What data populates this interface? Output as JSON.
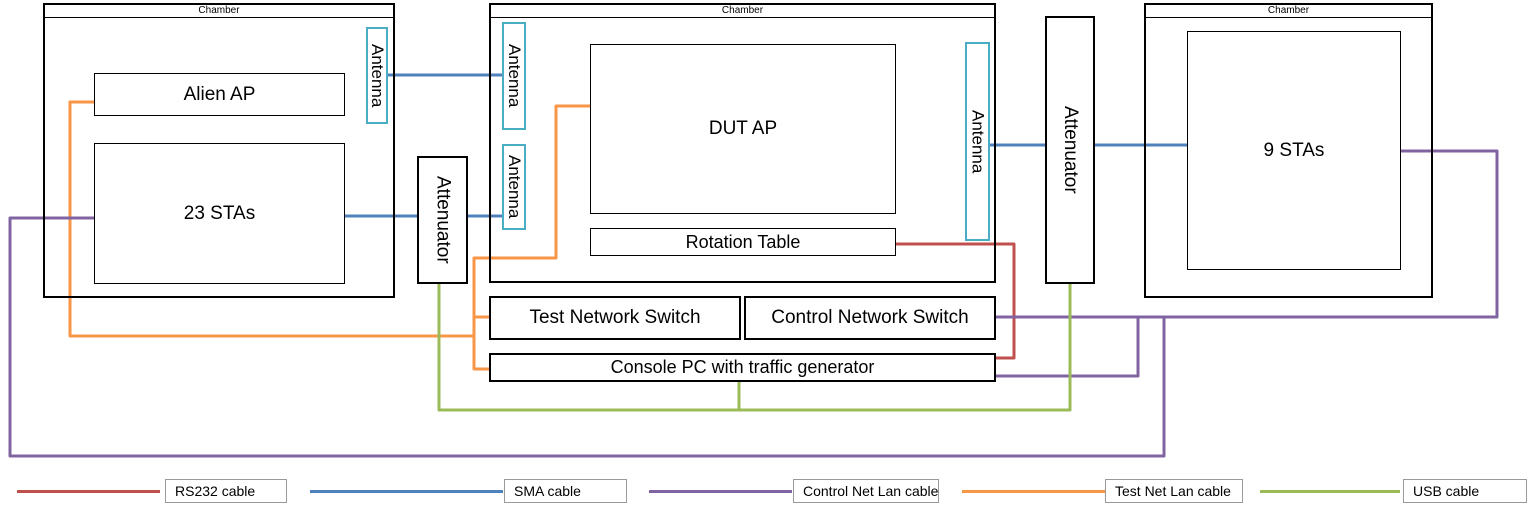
{
  "chambers": {
    "left_title": "Chamber",
    "middle_title": "Chamber",
    "right_title": "Chamber"
  },
  "devices": {
    "alien_ap": "Alien AP",
    "stas_23": "23 STAs",
    "dut_ap": "DUT AP",
    "rotation_table": "Rotation Table",
    "stas_9": "9 STAs",
    "attenuator_left": "Attenuator",
    "attenuator_right": "Attenuator",
    "antenna_left": "Antenna",
    "antenna_mid_top": "Antenna",
    "antenna_mid_bottom": "Antenna",
    "antenna_mid_right": "Antenna",
    "test_switch": "Test Network Switch",
    "control_switch": "Control Network Switch",
    "console_pc": "Console PC with traffic generator"
  },
  "colors": {
    "rs232": "#c0504d",
    "sma": "#4f81bd",
    "control_lan": "#8064a2",
    "test_lan": "#f79646",
    "usb": "#9bbb59",
    "antenna_border": "#4bacc6"
  },
  "legend": [
    {
      "label": "RS232 cable",
      "color": "#c0504d"
    },
    {
      "label": "SMA cable",
      "color": "#4f81bd"
    },
    {
      "label": "Control Net Lan cable",
      "color": "#8064a2"
    },
    {
      "label": "Test Net Lan cable",
      "color": "#f79646"
    },
    {
      "label": "USB cable",
      "color": "#9bbb59"
    }
  ]
}
